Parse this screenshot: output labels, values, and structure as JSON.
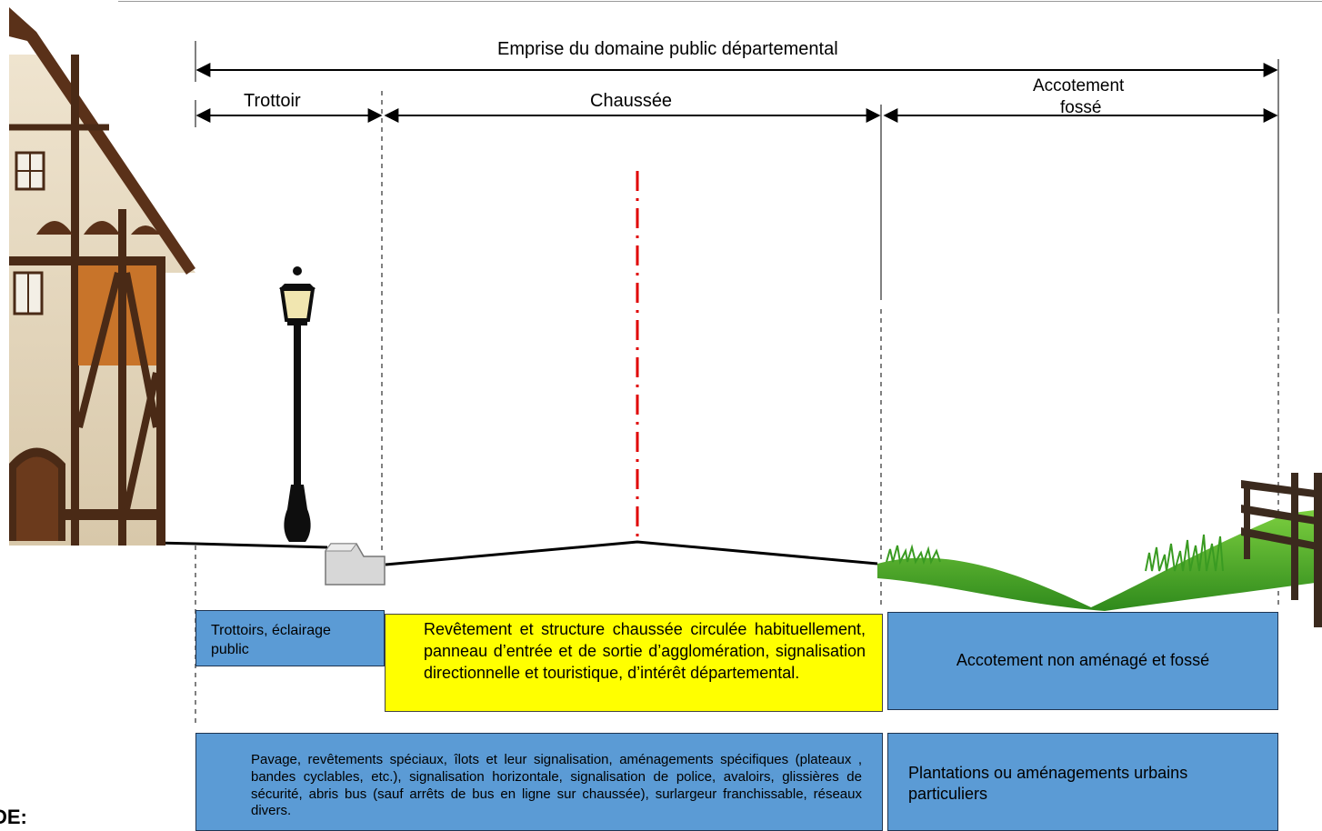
{
  "header": {
    "emprise": "Emprise du domaine public départemental",
    "trottoir": "Trottoir",
    "chaussee": "Chaussée",
    "accotement_line1": "Accotement",
    "accotement_line2": "fossé"
  },
  "boxes": {
    "trottoirs": "Trottoirs, éclairage public",
    "revetement": "Revêtement et structure chaussée circulée habituellement, panneau d’entrée et de sortie d’agglomération, signalisation directionnelle et touristique, d’intérêt départemental.",
    "accotement": "Accotement non aménagé et fossé",
    "pavage": "Pavage, revêtements spéciaux, îlots et leur signalisation,  aménagements spécifiques (plateaux , bandes cyclables, etc.), signalisation horizontale, signalisation de police, avaloirs, glissières de sécurité,  abris bus  (sauf arrêts de bus en ligne sur chaussée), surlargeur franchissable, réseaux divers.",
    "plantations": "Plantations ou aménagements urbains particuliers"
  },
  "legend_partial": "DE:",
  "colors": {
    "blue_box": "#5b9bd5",
    "yellow_box": "#ffff00",
    "center_line": "#e00000",
    "grass": "#4caf2a",
    "timber": "#4a2a16"
  },
  "icons": [
    "timber-frame-house",
    "street-lamp",
    "curb-stone",
    "grass-ditch",
    "wooden-fence"
  ]
}
